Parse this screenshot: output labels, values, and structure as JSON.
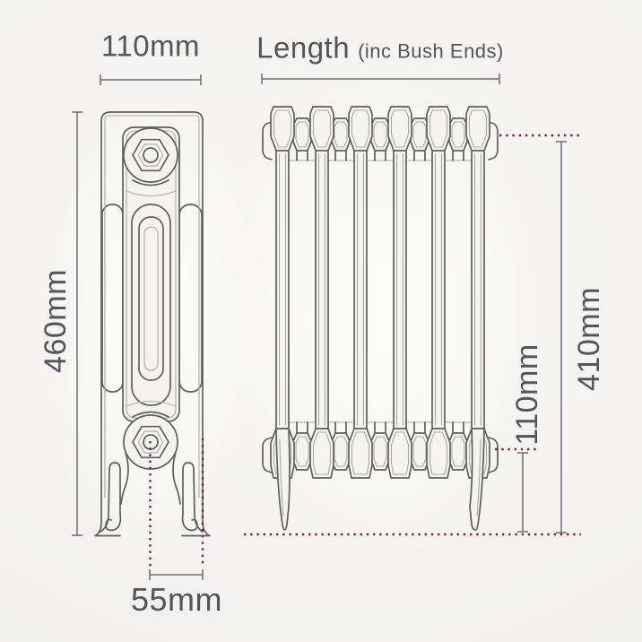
{
  "diagram": {
    "labels": {
      "side_width": "110mm",
      "length_title": "Length",
      "length_note": "(inc Bush Ends)",
      "overall_height": "460mm",
      "tapping_height": "410mm",
      "foot_height": "110mm",
      "pipe_centres": "55mm"
    },
    "front_view_sections": 6,
    "colors": {
      "background": "#f2f1ef",
      "artwork_line": "#5e5f5e",
      "artwork_line_light": "#a8a9a7",
      "dimension_line": "#6b6d72",
      "label_text": "#53555a",
      "datum_dotted_red": "#7a2232"
    }
  }
}
